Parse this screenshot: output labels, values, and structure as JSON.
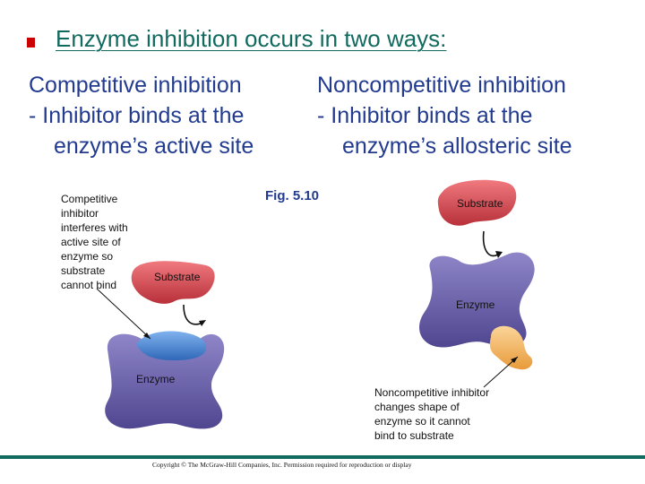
{
  "title": "Enzyme inhibition occurs in two ways:",
  "left_column": {
    "heading": "Competitive inhibition",
    "line1": "- Inhibitor binds at the",
    "line2": "enzyme’s active site"
  },
  "right_column": {
    "heading": "Noncompetitive inhibition",
    "line1": "- Inhibitor binds at the",
    "line2": "enzyme’s allosteric site"
  },
  "figure": {
    "label": "Fig. 5.10",
    "competitive_caption": [
      "Competitive",
      "inhibitor",
      "interferes with",
      "active site of",
      "enzyme so",
      "substrate",
      "cannot bind"
    ],
    "noncompetitive_caption": [
      "Noncompetitive inhibitor",
      "changes shape of",
      "enzyme so it cannot",
      "bind to substrate"
    ],
    "substrate_label": "Substrate",
    "enzyme_label": "Enzyme"
  },
  "copyright": "Copyright © The McGraw-Hill Companies, Inc. Permission required for reproduction or display",
  "colors": {
    "title": "#116a5e",
    "body_text": "#223b8f",
    "bullet": "#cc0000",
    "substrate": "#d9434b",
    "enzyme": "#6d64b0",
    "competitive_inhibitor": "#3f7fd0",
    "noncompetitive_inhibitor": "#f2b45a"
  }
}
